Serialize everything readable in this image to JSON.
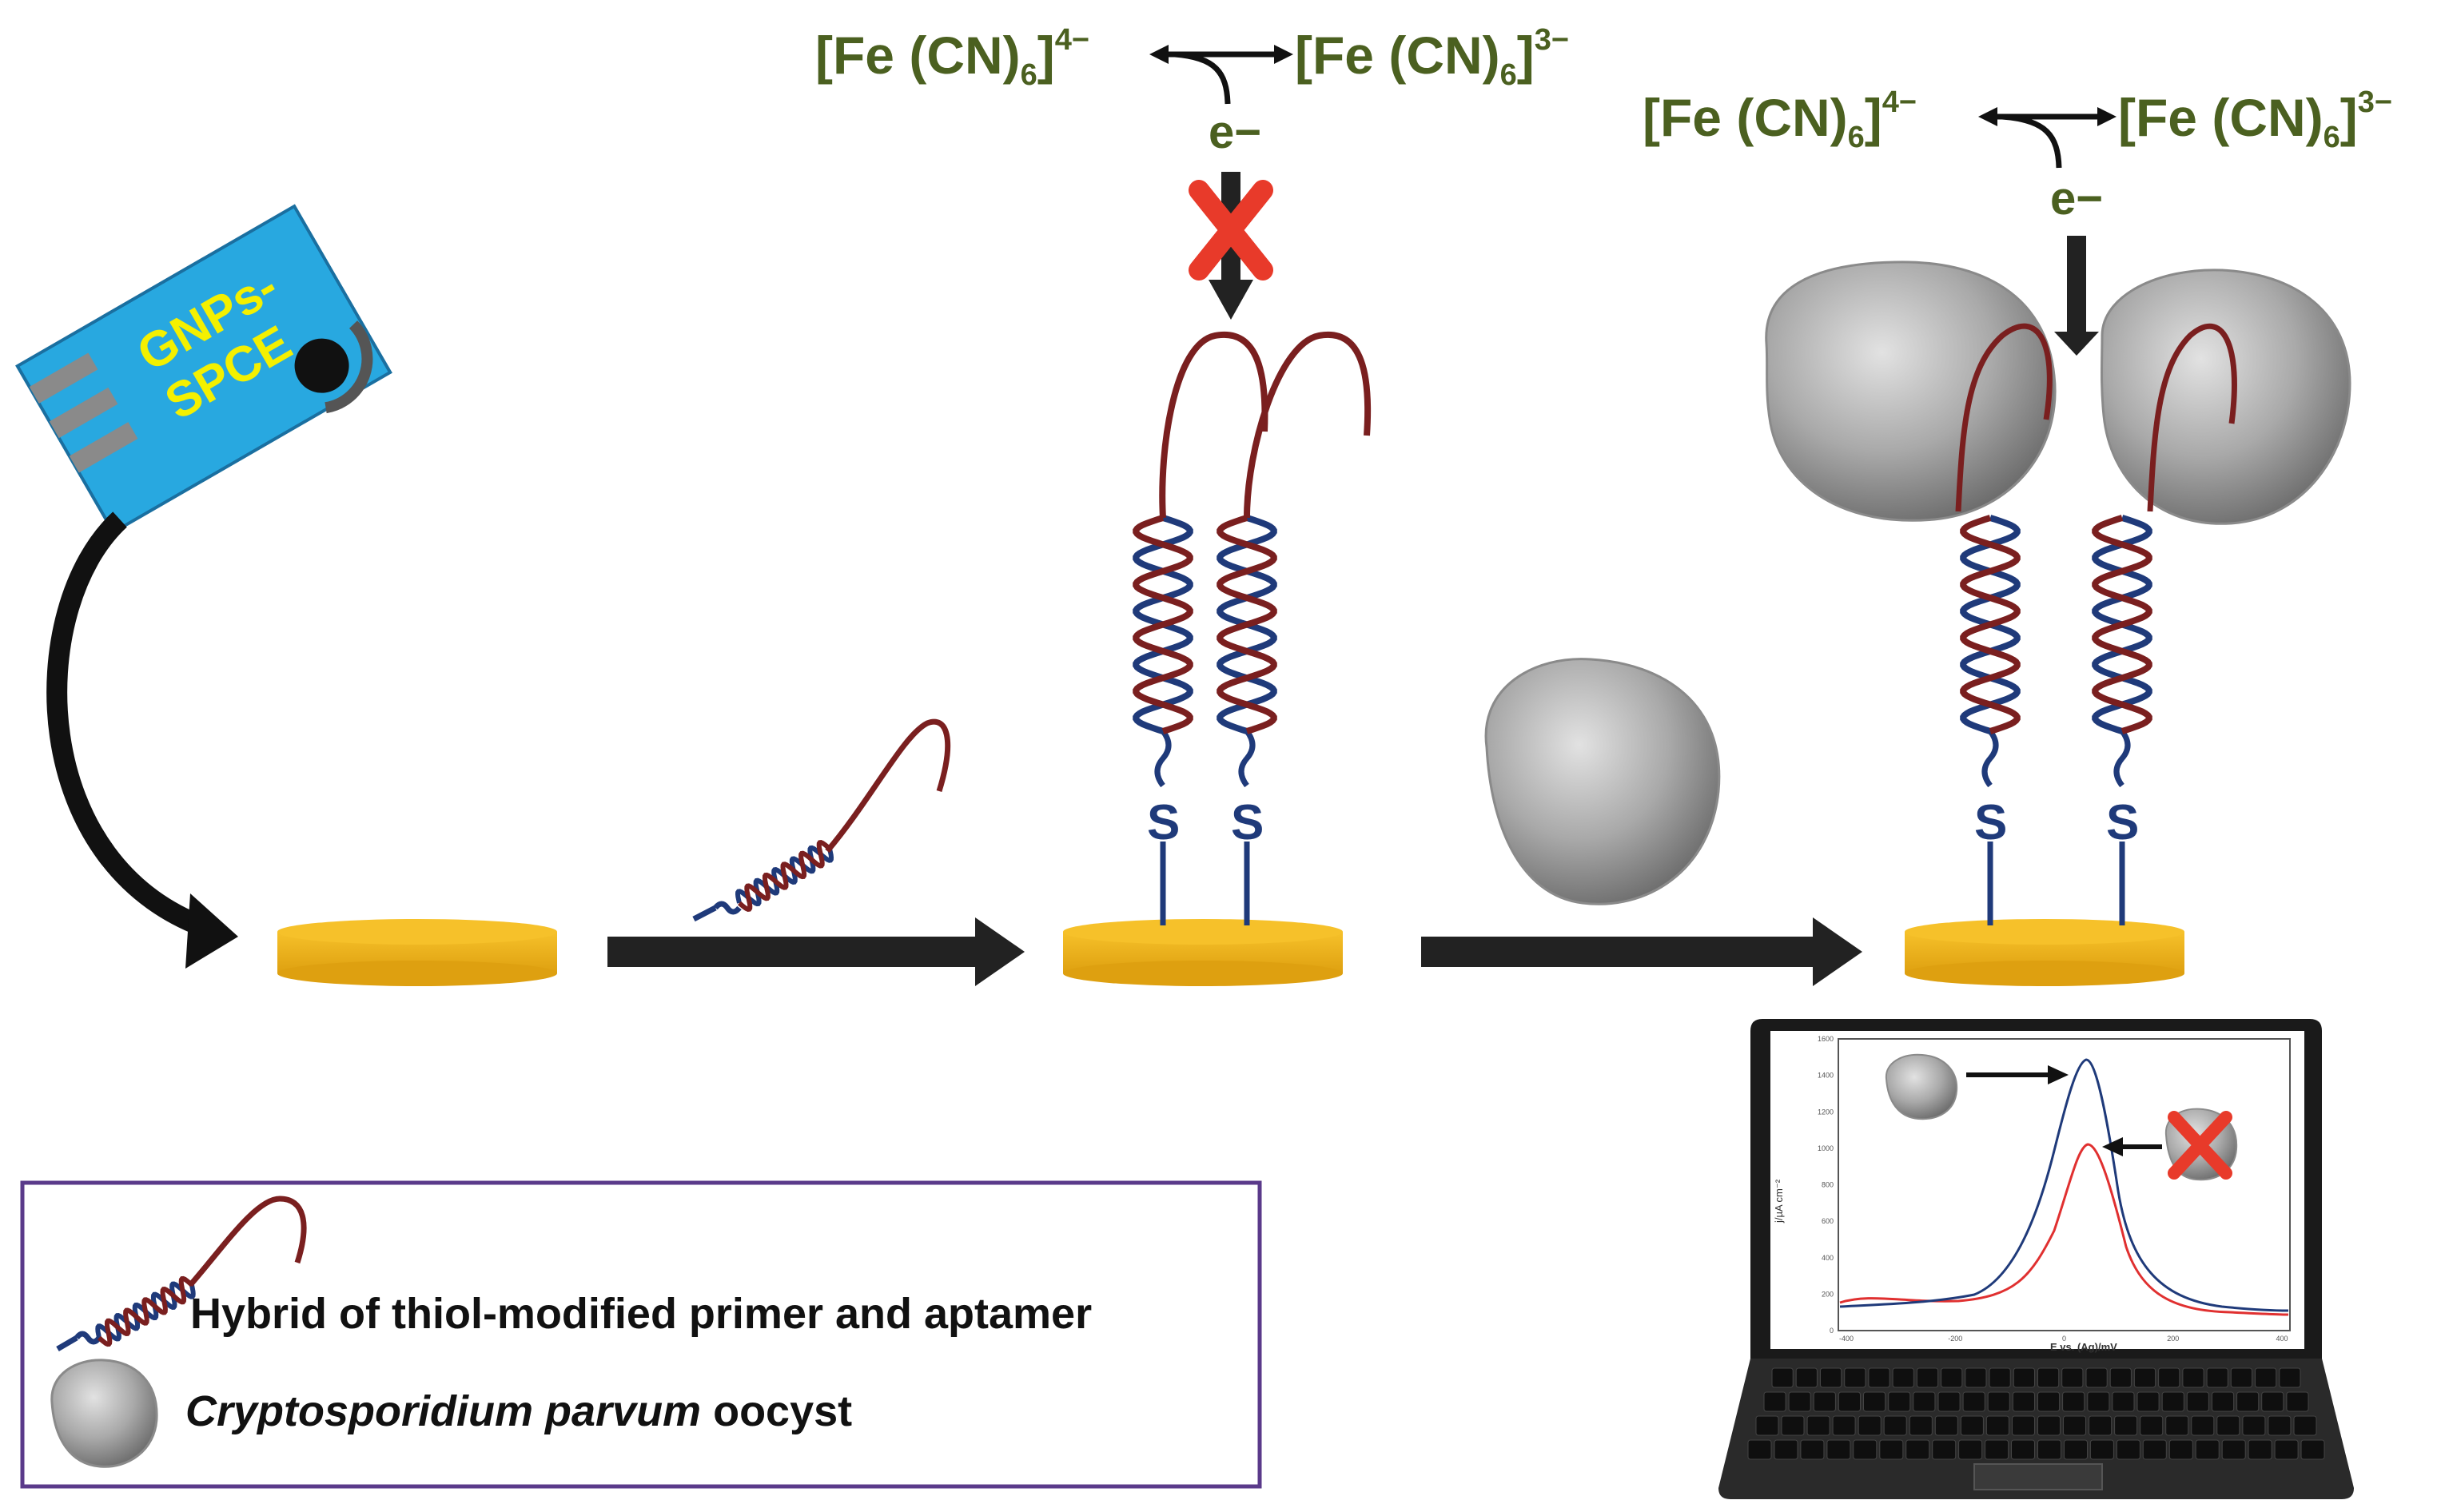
{
  "redox": {
    "left": {
      "base": "[Fe (CN)",
      "sub": "6",
      "sup": "4−"
    },
    "right": {
      "base": "[Fe (CN)",
      "sub": "6",
      "sup": "3−"
    },
    "electron": "e−"
  },
  "electrode": {
    "line1": "GNPs-",
    "line2": "SPCE"
  },
  "thiol": {
    "symbol": "S"
  },
  "legend": {
    "hybrid_text": "Hybrid of thiol-modified primer and aptamer",
    "oocyst_italic": "Cryptosporidium parvum",
    "oocyst_rest": " oocyst"
  },
  "plot": {
    "xlabel": "E vs. (Ag)/mV",
    "ylabel": "j/µA cm⁻²",
    "yticks": [
      "1600",
      "1400",
      "1200",
      "1000",
      "800",
      "600",
      "400",
      "200",
      "0"
    ],
    "xticks": [
      "-400",
      "-200",
      "0",
      "200",
      "400"
    ],
    "series_colors": {
      "with_oocyst": "#1f3a7a",
      "without_oocyst": "#e03030"
    }
  },
  "colors": {
    "gold": "#f6c12a",
    "primer": "#1f3a7a",
    "aptamer": "#7a1f1f",
    "text_green": "#4b6020",
    "arrow": "#222222",
    "strip": "#28a8e0",
    "strip_text": "#f4f000",
    "cross": "#e83a2a",
    "legend_border": "#5a3a8a"
  }
}
